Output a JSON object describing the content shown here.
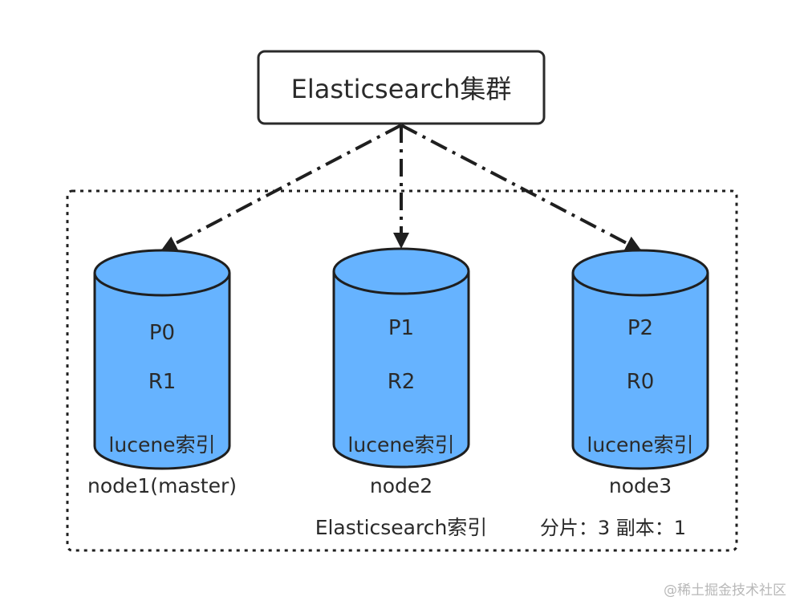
{
  "cluster": {
    "title": "Elasticsearch集群"
  },
  "nodes": [
    {
      "name": "node1(master)",
      "primary": "P0",
      "replica": "R1",
      "engine": "lucene索引"
    },
    {
      "name": "node2",
      "primary": "P1",
      "replica": "R2",
      "engine": "lucene索引"
    },
    {
      "name": "node3",
      "primary": "P2",
      "replica": "R0",
      "engine": "lucene索引"
    }
  ],
  "index": {
    "label": "Elasticsearch索引",
    "settings": "分片：3 副本：1"
  },
  "watermark": "@稀土掘金技术社区",
  "colors": {
    "cylinder_fill": "#66b3ff",
    "stroke": "#1f1f1f",
    "text": "#2a2a2a",
    "watermark": "#b8b8b8"
  }
}
